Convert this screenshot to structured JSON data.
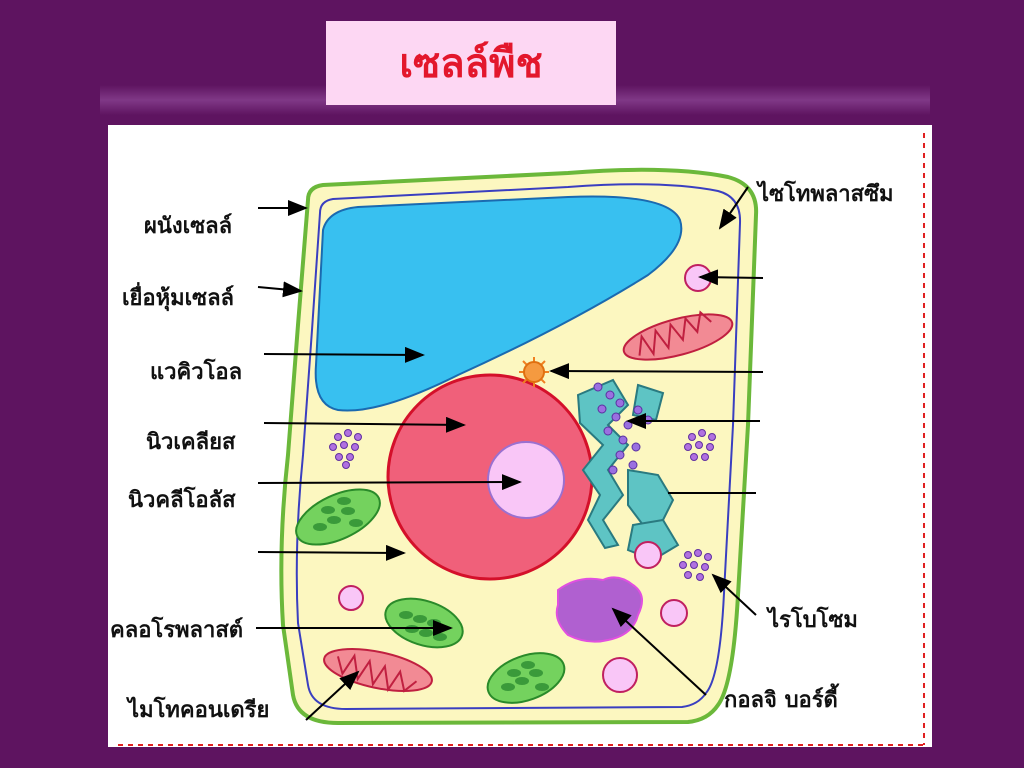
{
  "title": "เซลล์พืช",
  "labels": {
    "cell_wall": "ผนังเซลล์",
    "cell_membrane": "เยื่อหุ้มเซลล์",
    "vacuole": "แวคิวโอล",
    "nucleus": "นิวเคลียส",
    "nucleolus": "นิวคลีโอลัส",
    "chloroplast": "คลอโรพลาสต์",
    "mitochondria": "ไมโทคอนเดรีย",
    "cytoplasm": "ไซโทพลาสซึม",
    "ribosome": "ไรโบโซม",
    "golgi": "กอลจิ บอร์ดี้"
  },
  "colors": {
    "background": "#5e1460",
    "title_box": "#fdd7f3",
    "title_text": "#e3172c",
    "cytoplasm": "#fcf7c0",
    "cell_wall": "#6bb83a",
    "membrane": "#3a3fc0",
    "vacuole": "#38c0f0",
    "nucleus": "#f0607a",
    "nucleolus": "#f9c6f7",
    "chloroplast": "#74d25e",
    "mitochondria": "#f28a94",
    "golgi": "#b060d0",
    "er": "#5ec4c4"
  }
}
